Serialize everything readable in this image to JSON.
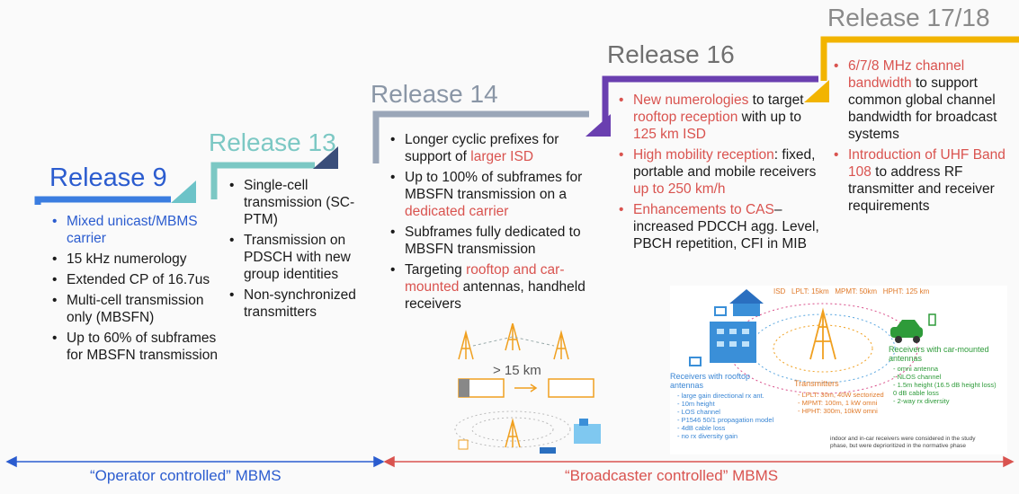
{
  "colors": {
    "release9": "#3b7de0",
    "release13": "#7cc8c4",
    "release14": "#9aa6b8",
    "release16": "#6a3fb0",
    "release17": "#f2b400",
    "operator": "#2b5ccf",
    "broadcaster": "#d9534f"
  },
  "releases": [
    {
      "title": "Release 9",
      "bullets": [
        {
          "segments": [
            {
              "text": "Mixed unicast/MBMS carrier",
              "hl": "blue"
            }
          ]
        },
        {
          "segments": [
            {
              "text": "15 kHz numerology"
            }
          ]
        },
        {
          "segments": [
            {
              "text": "Extended CP of 16.7us"
            }
          ]
        },
        {
          "segments": [
            {
              "text": "Multi-cell transmission only (MBSFN)"
            }
          ]
        },
        {
          "segments": [
            {
              "text": "Up to 60% of subframes for MBSFN transmission"
            }
          ]
        }
      ]
    },
    {
      "title": "Release 13",
      "bullets": [
        {
          "segments": [
            {
              "text": "Single-cell transmission (SC-PTM)"
            }
          ]
        },
        {
          "segments": [
            {
              "text": "Transmission on PDSCH with new group identities"
            }
          ]
        },
        {
          "segments": [
            {
              "text": "Non-synchronized transmitters"
            }
          ]
        }
      ]
    },
    {
      "title": "Release 14",
      "bullets": [
        {
          "segments": [
            {
              "text": "Longer cyclic prefixes for support of "
            },
            {
              "text": "larger ISD",
              "hl": "red"
            }
          ]
        },
        {
          "segments": [
            {
              "text": "Up to 100% of subframes for MBSFN transmission on a "
            },
            {
              "text": "dedicated carrier",
              "hl": "red"
            }
          ]
        },
        {
          "segments": [
            {
              "text": "Subframes fully dedicated to MBSFN transmission"
            }
          ]
        },
        {
          "segments": [
            {
              "text": "Targeting "
            },
            {
              "text": "rooftop and car-mounted",
              "hl": "red"
            },
            {
              "text": " antennas, handheld receivers"
            }
          ]
        }
      ]
    },
    {
      "title": "Release 16",
      "bullets": [
        {
          "segments": [
            {
              "text": "New numerologies",
              "hl": "red"
            },
            {
              "text": " to target "
            },
            {
              "text": "rooftop reception",
              "hl": "red"
            },
            {
              "text": " with up to "
            },
            {
              "text": "125 km ISD",
              "hl": "red"
            }
          ]
        },
        {
          "segments": [
            {
              "text": "High mobility reception",
              "hl": "red"
            },
            {
              "text": ": fixed, portable and mobile receivers "
            },
            {
              "text": "up to 250 km/h",
              "hl": "red"
            }
          ]
        },
        {
          "segments": [
            {
              "text": "Enhancements to CAS",
              "hl": "red"
            },
            {
              "text": "– increased PDCCH agg. Level, PBCH repetition, CFI in MIB"
            }
          ]
        }
      ]
    },
    {
      "title": "Release 17/18",
      "bullets": [
        {
          "segments": [
            {
              "text": "6/7/8 MHz channel bandwidth",
              "hl": "red"
            },
            {
              "text": " to support common global channel bandwidth for broadcast systems"
            }
          ]
        },
        {
          "segments": [
            {
              "text": "Introduction of UHF Band 108",
              "hl": "red"
            },
            {
              "text": " to address RF transmitter and receiver requirements"
            }
          ]
        }
      ]
    }
  ],
  "release14_figure": {
    "distance": "> 15 km"
  },
  "scenario": {
    "isd_label": "ISD",
    "isd_values": [
      "LPLT: 15km",
      "MPMT: 50km",
      "HPHT: 125 km"
    ],
    "rooftop_title": [
      "Receivers with rooftop",
      "antennas"
    ],
    "rooftop_items": [
      "- large gain directional rx ant.",
      "- 10m height",
      "- LOS channel",
      "- P1546 50/1 propagation model",
      "- 4dB cable loss",
      "- no rx diversity gain"
    ],
    "tx_title": "Transmitters",
    "tx_items": [
      "- LPLT: 30m, 40W  sectorized",
      "- MPMT: 100m, 1 kW  omni",
      "- HPHT: 300m, 10kW  omni"
    ],
    "car_title": [
      "Receivers with car-mounted",
      "antennas"
    ],
    "car_items": [
      "- omni antenna",
      "- NLOS channel",
      "- 1.5m height (16.5 dB height loss)",
      "  0 dB cable loss",
      "- 2-way rx diversity"
    ],
    "note": [
      "indoor and in-car receivers were considered in the study",
      "phase, but were deprioritized in the normative phase"
    ]
  },
  "bottom": {
    "operator_label": "“Operator controlled” MBMS",
    "broadcaster_label": "“Broadcaster controlled” MBMS"
  }
}
